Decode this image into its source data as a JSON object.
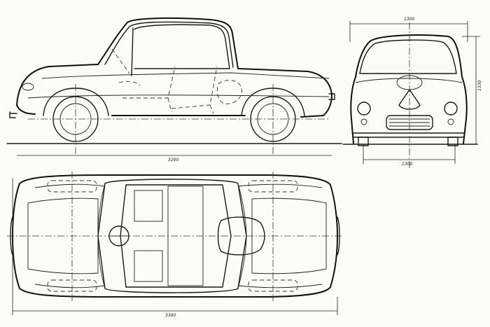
{
  "colors": {
    "ink": "#1a1a1a",
    "paper": "#fbfbf8"
  },
  "dimensions": {
    "side_length": "3200",
    "front_width": "1300",
    "front_track": "1300",
    "front_height": "1330",
    "top_length": "3380"
  }
}
